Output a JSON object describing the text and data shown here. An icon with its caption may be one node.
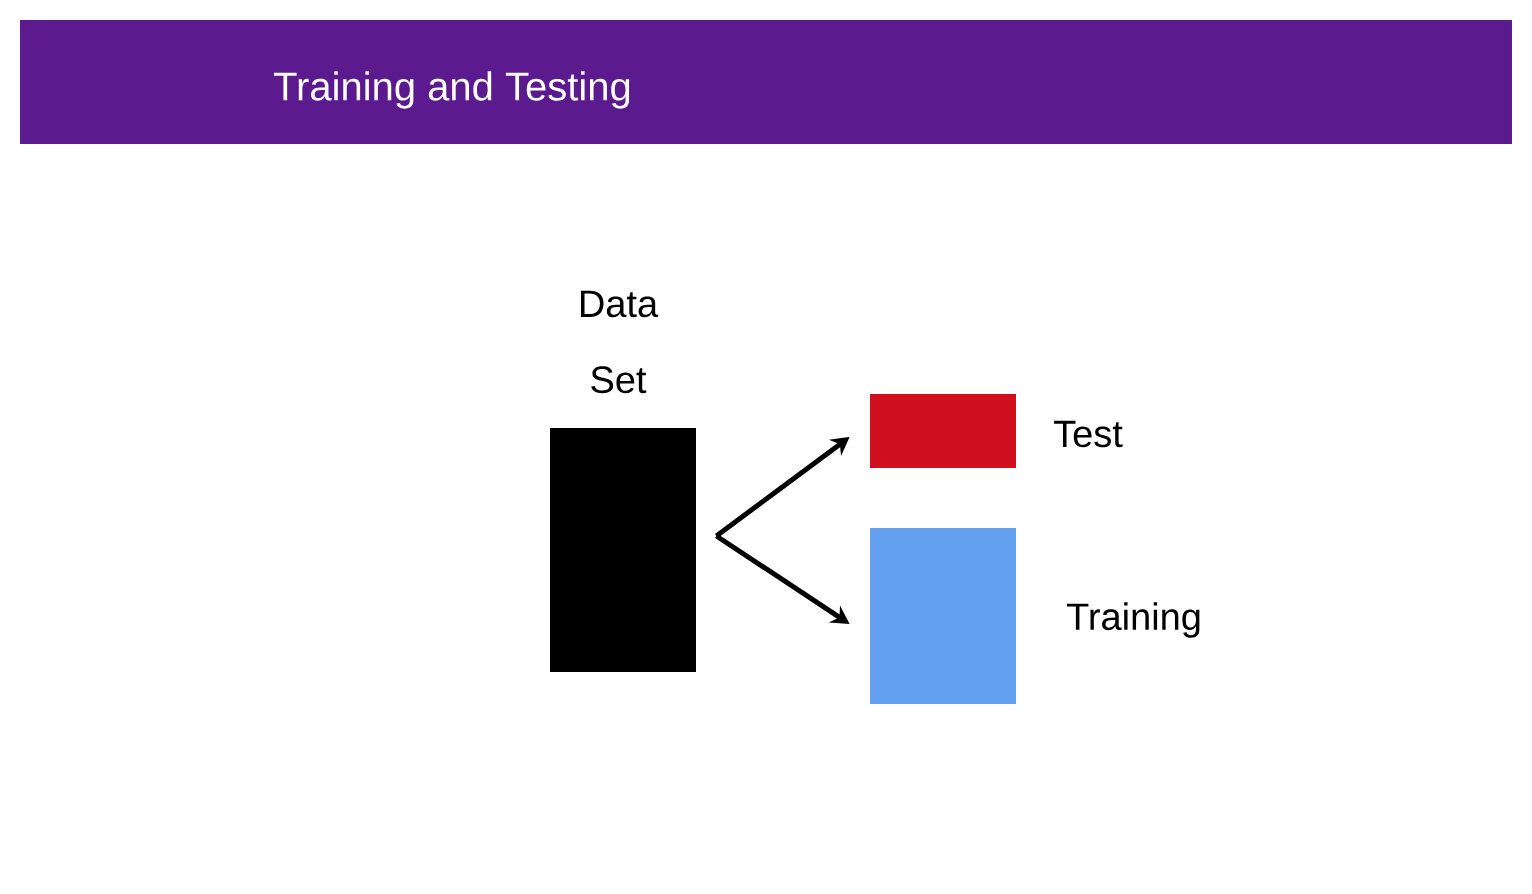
{
  "diagram": {
    "title": "Training and Testing",
    "nodes": [
      {
        "text": [
          "Data Set"
        ]
      },
      {
        "text": [
          "Test"
        ]
      },
      {
        "text": [
          "Training"
        ]
      }
    ],
    "edges": [
      {
        "from": 0,
        "to": 1,
        "arrow": "to"
      },
      {
        "from": 0,
        "to": 2,
        "arrow": "to"
      }
    ]
  }
}
